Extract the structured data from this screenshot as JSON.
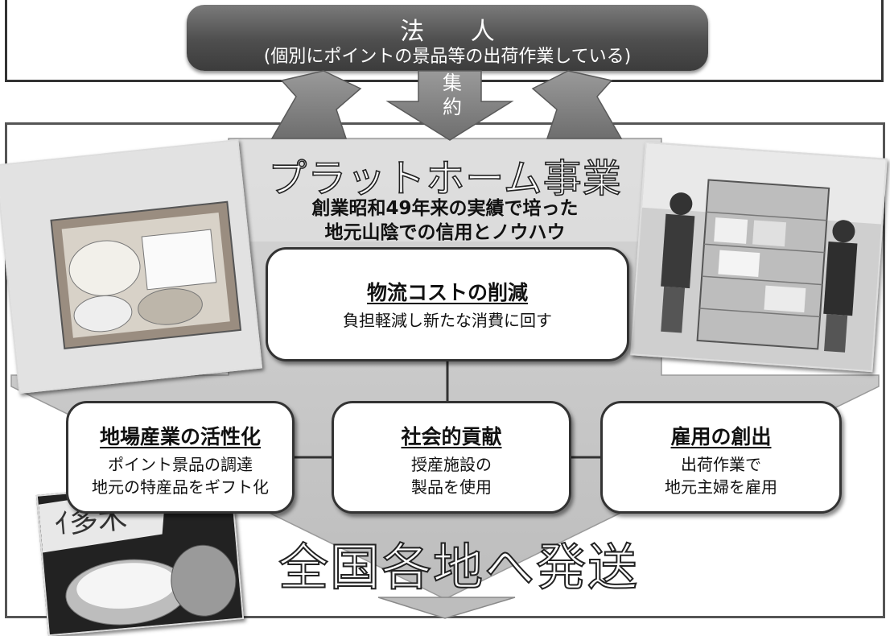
{
  "corporation": {
    "title": "法 人",
    "subtitle": "(個別にポイントの景品等の出荷作業している)"
  },
  "gather_label": "集約",
  "platform": {
    "title": "プラットホーム事業",
    "description_line1": "創業昭和49年来の実績で培った",
    "description_line2": "地元山陰での信用とノウハウ"
  },
  "logistics": {
    "title": "物流コストの削減",
    "text": "負担軽減し新たな消費に回す"
  },
  "effects": [
    {
      "title": "地場産業の活性化",
      "line1": "ポイント景品の調達",
      "line2": "地元の特産品をギフト化"
    },
    {
      "title": "社会的貢献",
      "line1": "授産施設の",
      "line2": "製品を使用"
    },
    {
      "title": "雇用の創出",
      "line1": "出荷作業で",
      "line2": "地元主婦を雇用"
    }
  ],
  "shipping": "全国各地へ発送",
  "colors": {
    "pill_dark": "#4e4e4e",
    "arrow_gray": "#8a8a8a",
    "band_gray": "#c8c8c8",
    "border": "#333333"
  },
  "icons": [
    "gift-box-photo",
    "warehouse-workers-photo",
    "rice-bowl-photo"
  ]
}
